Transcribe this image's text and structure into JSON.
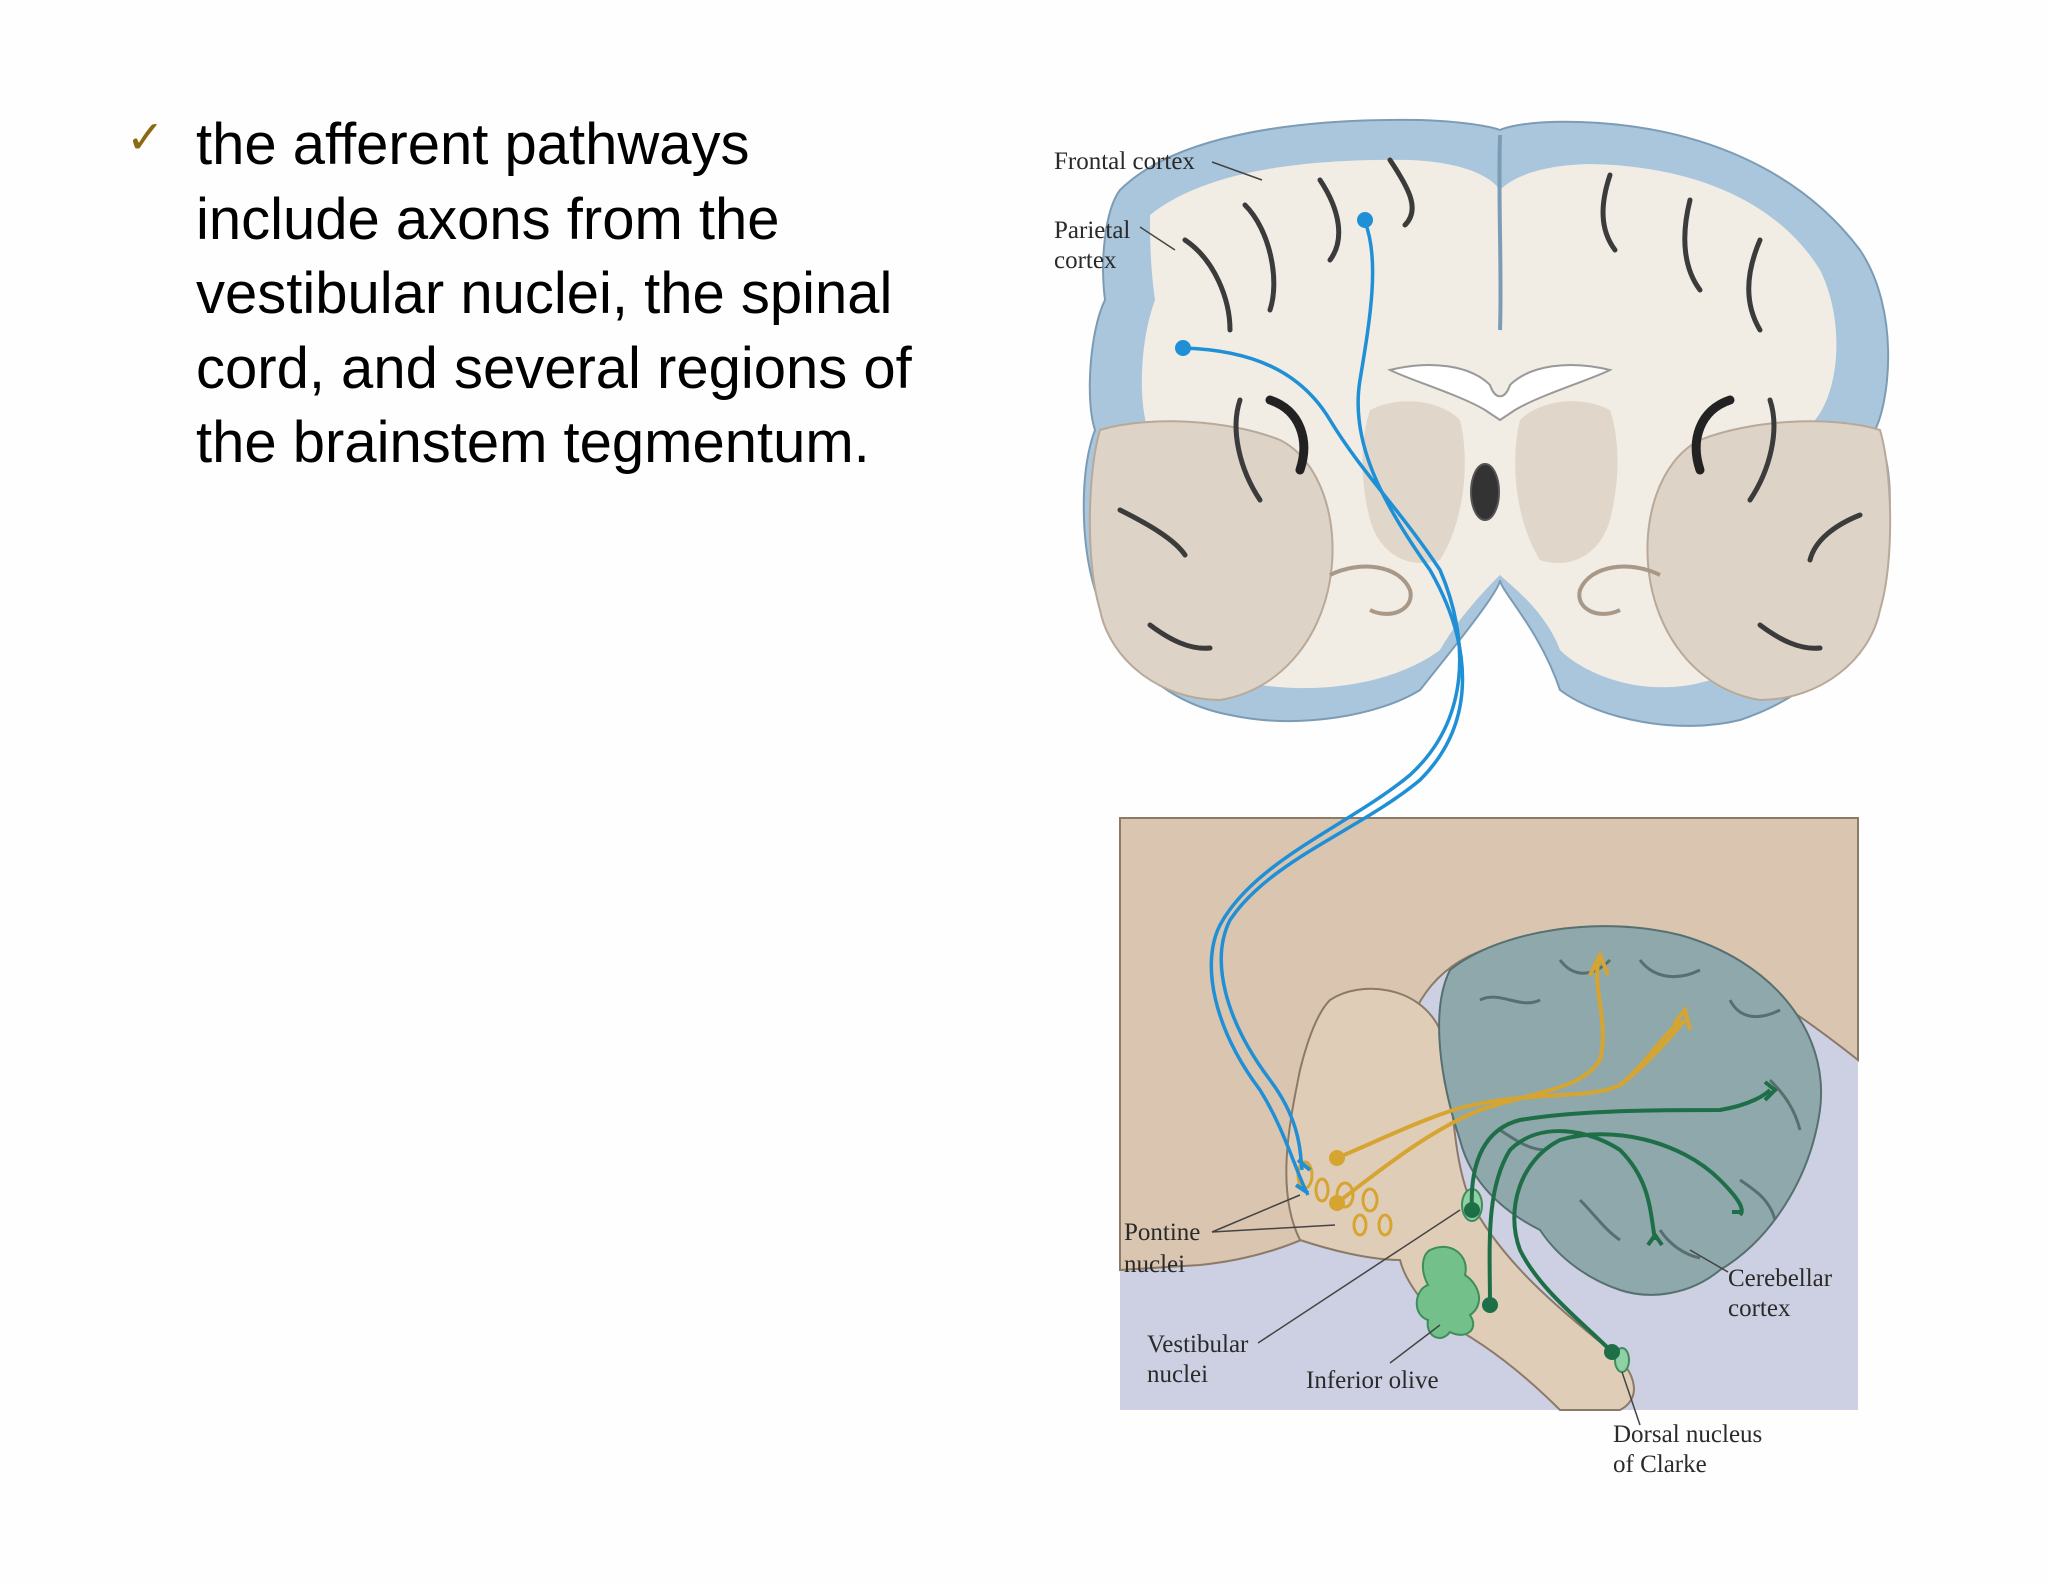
{
  "bullet": {
    "marker": "✓",
    "lines": [
      "the afferent pathways",
      "include axons from the",
      "vestibular nuclei, the spinal",
      "cord, and several regions of",
      "the brainstem tegmentum."
    ]
  },
  "figure": {
    "labels": {
      "frontal_cortex": "Frontal cortex",
      "parietal_cortex": [
        "Parietal",
        "cortex"
      ],
      "pontine_nuclei": [
        "Pontine",
        "nuclei"
      ],
      "vestibular_nuclei": [
        "Vestibular",
        "nuclei"
      ],
      "inferior_olive": "Inferior olive",
      "cerebellar_cortex": [
        "Cerebellar",
        "cortex"
      ],
      "dorsal_nucleus": [
        "Dorsal nucleus",
        "of Clarke"
      ]
    },
    "colors": {
      "cortex_blue": "#a9c6dc",
      "white_matter": "#f1ece4",
      "gray_matter": "#ddd3c6",
      "brainstem": "#d9c5b0",
      "cerebellum": "#8fa8ac",
      "cortical_pathway": "#1f8fd6",
      "pontine_pathway": "#d6a531",
      "spinal_pathway": "#1e6e48",
      "background_csf": "#cdd0e2"
    }
  }
}
